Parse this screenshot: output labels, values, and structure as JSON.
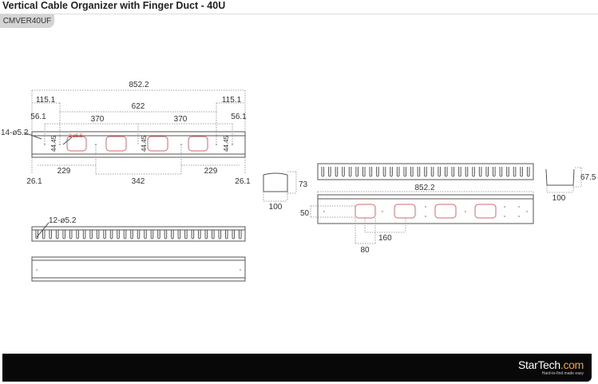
{
  "header": {
    "title": "Vertical Cable Organizer with Finger Duct - 40U",
    "sku": "CMVER40UF"
  },
  "drawing": {
    "front": {
      "overall": "852.2",
      "left_end": "115.1",
      "right_end": "115.1",
      "center": "622",
      "left_small": "56.1",
      "right_small": "56.1",
      "span_left": "370",
      "span_right": "370",
      "holes_note": "14-ø5.2",
      "small_holes_note": "2-ø5.5",
      "pitch_left": "44.45",
      "pitch_center": "44.45",
      "pitch_right": "44.45",
      "bottom_left": "229",
      "bottom_center": "342",
      "bottom_right": "229",
      "edge_left": "26.1",
      "edge_right": "26.1"
    },
    "finger_side": {
      "holes_note": "12-ø5.2"
    },
    "end_cover": {
      "height": "73",
      "width": "100"
    },
    "end_duct": {
      "height": "67.5",
      "width": "100"
    },
    "rear": {
      "overall": "852.2",
      "offset": "50",
      "slot_width": "80",
      "slot_pitch": "160"
    }
  },
  "footer": {
    "brand": "StarTech",
    "brand_suffix": ".com",
    "tagline": "Hard-to-find made easy",
    "colors": {
      "accent": "#f6a623",
      "hole": "#d46a6a"
    }
  }
}
